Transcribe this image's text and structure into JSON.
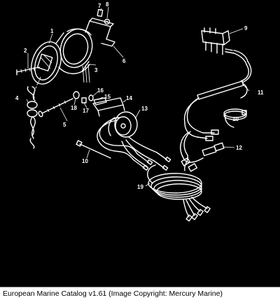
{
  "caption": "European Marine Catalog v1.61 (Image Copyright: Mercury Marine)",
  "colors": {
    "background": "#000000",
    "line_art": "#ffffff",
    "caption_background": "#ffffff",
    "caption_text": "#000000"
  },
  "callouts": {
    "c1": "1",
    "c2": "2",
    "c3": "3",
    "c4": "4",
    "c5": "5",
    "c6": "6",
    "c7": "7",
    "c8": "8",
    "c9": "9",
    "c10a": "10",
    "c10b": "10",
    "c11": "11",
    "c12": "12",
    "c13": "13",
    "c14": "14",
    "c15": "15",
    "c16": "16",
    "c17": "17",
    "c18": "18",
    "c19": "19"
  }
}
